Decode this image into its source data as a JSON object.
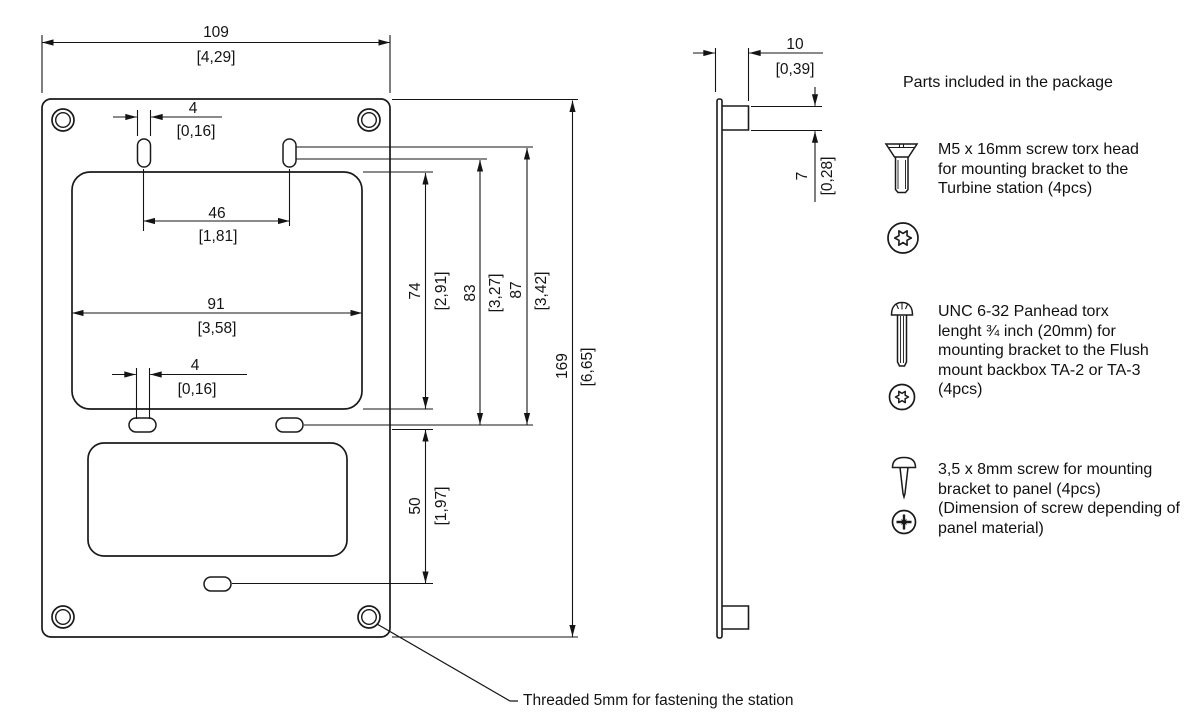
{
  "front_view": {
    "dims": {
      "overall_width": {
        "mm": "109",
        "inch": "[4,29]"
      },
      "top_slot_width": {
        "mm": "4",
        "inch": "[0,16]"
      },
      "top_slot_spacing": {
        "mm": "46",
        "inch": "[1,81]"
      },
      "opening_width": {
        "mm": "91",
        "inch": "[3,58]"
      },
      "bottom_slot_width": {
        "mm": "4",
        "inch": "[0,16]"
      },
      "opening_height": {
        "mm": "74",
        "inch": "[2,91]"
      },
      "slot_span_83": {
        "mm": "83",
        "inch": "[3,27]"
      },
      "slot_span_87": {
        "mm": "87",
        "inch": "[3,42]"
      },
      "overall_height": {
        "mm": "169",
        "inch": "[6,65]"
      },
      "lower_slot_offset": {
        "mm": "50",
        "inch": "[1,97]"
      }
    },
    "note": "Threaded 5mm for fastening the station"
  },
  "side_view": {
    "dims": {
      "overall_depth": {
        "mm": "10",
        "inch": "[0,39]"
      },
      "tab_height": {
        "mm": "7",
        "inch": "[0,28]"
      }
    }
  },
  "parts_list": {
    "title": "Parts included in the package",
    "items": [
      {
        "icon": "countersunk-torx-screw",
        "lines": [
          "M5 x 16mm screw torx head",
          "for mounting bracket to the",
          "Turbine station (4pcs)"
        ]
      },
      {
        "icon": "panhead-torx-screw",
        "lines": [
          "UNC 6-32 Panhead torx",
          "lenght ¾ inch (20mm) for",
          "mounting bracket to the Flush",
          "mount backbox TA-2 or TA-3",
          "(4pcs)"
        ]
      },
      {
        "icon": "panel-screw",
        "lines": [
          "3,5 x 8mm screw  for mounting",
          "bracket to panel (4pcs)",
          "(Dimension of screw depending of",
          "panel material)"
        ]
      }
    ]
  },
  "colors": {
    "line": "#1a1a1a",
    "background": "#ffffff"
  }
}
